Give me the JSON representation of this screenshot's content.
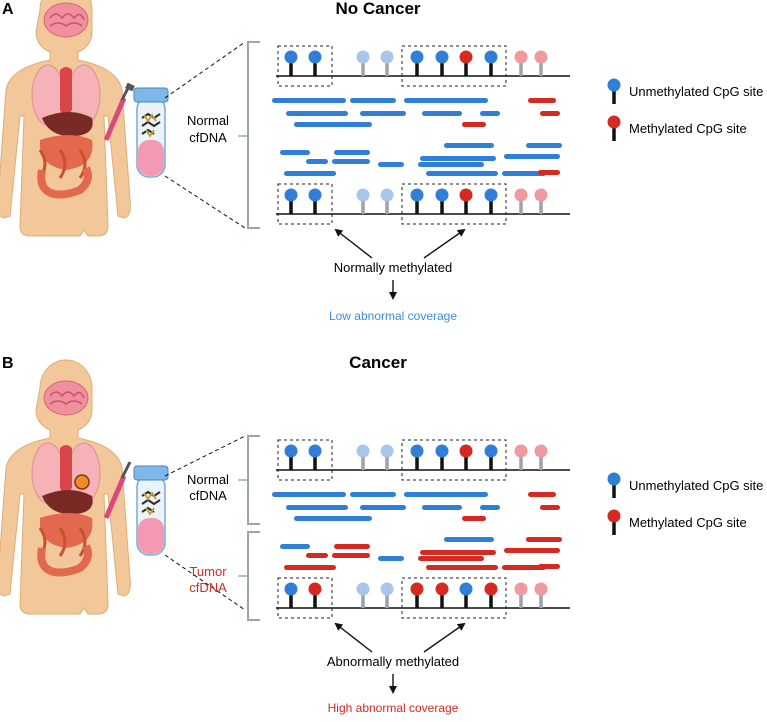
{
  "panel_a": {
    "letter": "A",
    "title": "No Cancer",
    "normal_label_1": "Normal",
    "normal_label_2": "cfDNA",
    "annotation": "Normally methylated",
    "coverage": "Low abnormal coverage",
    "top_sites": [
      "u",
      "u",
      "lu",
      "lu",
      "u",
      "u",
      "m",
      "u",
      "lm",
      "lm"
    ],
    "bottom_sites": [
      "u",
      "u",
      "lu",
      "lu",
      "u",
      "u",
      "m",
      "u",
      "lm",
      "lm"
    ],
    "fragments": [
      {
        "color": "blue"
      },
      {
        "color": "blue"
      },
      {
        "color": "blue"
      },
      {
        "color": "red"
      },
      {
        "color": "blue"
      },
      {
        "color": "blue"
      },
      {
        "color": "blue"
      },
      {
        "color": "blue"
      },
      {
        "color": "red"
      },
      {
        "color": "blue"
      },
      {
        "color": "red"
      },
      {
        "color": "blue"
      },
      {
        "color": "blue"
      },
      {
        "color": "blue"
      },
      {
        "color": "blue"
      },
      {
        "color": "blue"
      },
      {
        "color": "blue"
      },
      {
        "color": "blue"
      },
      {
        "color": "blue"
      },
      {
        "color": "blue"
      },
      {
        "color": "blue"
      },
      {
        "color": "blue"
      },
      {
        "color": "blue"
      },
      {
        "color": "blue"
      },
      {
        "color": "red"
      }
    ]
  },
  "panel_b": {
    "letter": "B",
    "title": "Cancer",
    "normal_label_1": "Normal",
    "normal_label_2": "cfDNA",
    "tumor_label_1": "Tumor",
    "tumor_label_2": "cfDNA",
    "annotation": "Abnormally methylated",
    "coverage": "High abnormal coverage",
    "top_sites": [
      "u",
      "u",
      "lu",
      "lu",
      "u",
      "u",
      "m",
      "u",
      "lm",
      "lm"
    ],
    "bottom_sites": [
      "u",
      "m",
      "lu",
      "lu",
      "m",
      "m",
      "u",
      "m",
      "lm",
      "lm"
    ],
    "fragments": [
      {
        "color": "blue"
      },
      {
        "color": "blue"
      },
      {
        "color": "blue"
      },
      {
        "color": "red"
      },
      {
        "color": "blue"
      },
      {
        "color": "blue"
      },
      {
        "color": "blue"
      },
      {
        "color": "blue"
      },
      {
        "color": "red"
      },
      {
        "color": "blue"
      },
      {
        "color": "red"
      },
      {
        "color": "blue"
      },
      {
        "color": "red"
      },
      {
        "color": "blue"
      },
      {
        "color": "red"
      },
      {
        "color": "red"
      },
      {
        "color": "red"
      },
      {
        "color": "red"
      },
      {
        "color": "red"
      },
      {
        "color": "blue"
      },
      {
        "color": "red"
      },
      {
        "color": "red"
      },
      {
        "color": "red"
      },
      {
        "color": "red"
      },
      {
        "color": "red"
      }
    ]
  },
  "legend": {
    "unmethylated": "Unmethylated CpG site",
    "methylated": "Methylated CpG site"
  },
  "colors": {
    "unmethylated": "#2f7fd6",
    "methylated": "#d42a21",
    "light_unmethylated": "#a9c6e8",
    "light_methylated": "#ee9a9e",
    "tumor_label": "#d42a21",
    "low_coverage": "#3a8fe0",
    "high_coverage": "#d42a21"
  }
}
